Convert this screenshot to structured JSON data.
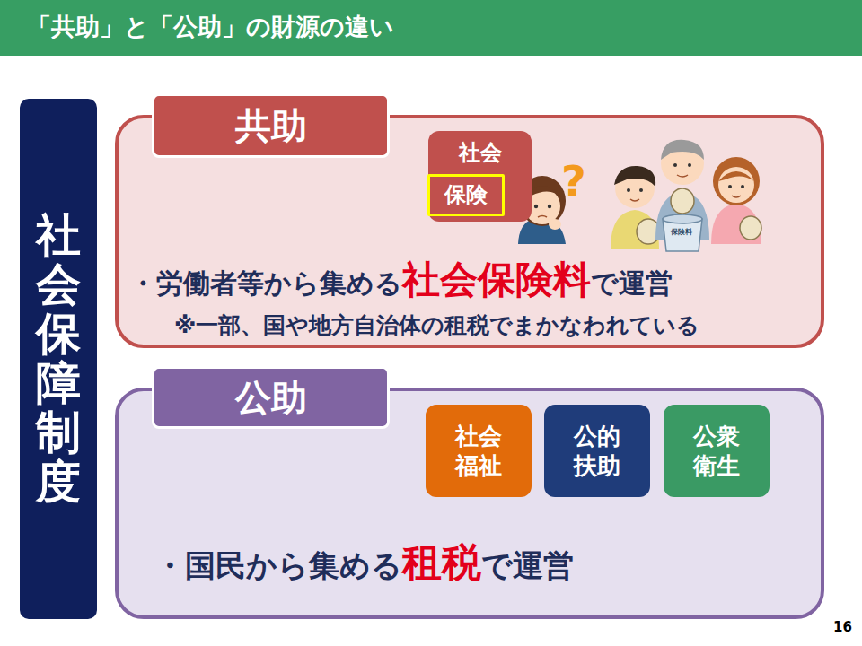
{
  "diagram": {
    "title": "「共助」と「公助」の財源の違い",
    "nodes": [
      {
        "text": [
          "社会保障制度"
        ]
      },
      {
        "text": [
          "・労働者等から集める",
          "社会保険料",
          "で運営",
          "※一部、国や地方自治体の租税でまかなわれている"
        ]
      },
      {
        "text": [
          "共助"
        ],
        "in": 1
      },
      {
        "text": [
          "社会"
        ],
        "in": 1
      },
      {
        "text": [
          "保険"
        ],
        "in": 3
      },
      {
        "text": [
          "・国民から集める",
          "租税",
          "で運営"
        ]
      },
      {
        "text": [
          "公助"
        ],
        "in": 5
      },
      {
        "text": [
          "社会 福祉"
        ],
        "in": 5
      },
      {
        "text": [
          "公的 扶助"
        ],
        "in": 5
      },
      {
        "text": [
          "公衆 衛生"
        ],
        "in": 5
      }
    ],
    "labels": [
      "?",
      "保険料",
      "16"
    ]
  }
}
